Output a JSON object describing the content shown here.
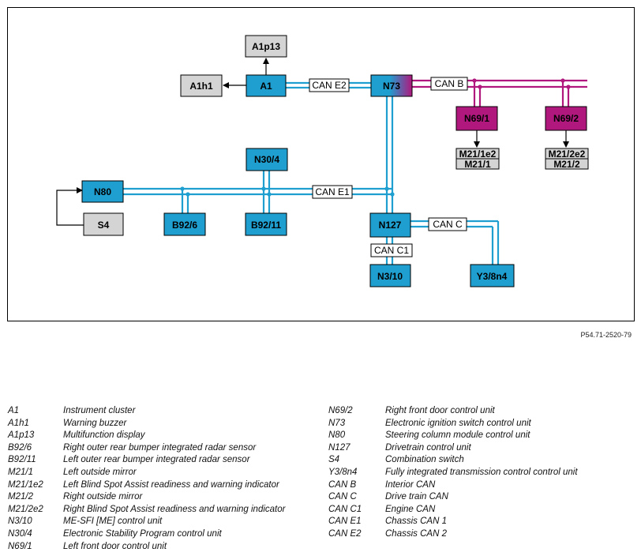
{
  "components": [
    {
      "id": "A1p13",
      "label": "A1p13",
      "style": "gray"
    },
    {
      "id": "A1h1",
      "label": "A1h1",
      "style": "gray"
    },
    {
      "id": "A1",
      "label": "A1",
      "style": "blue"
    },
    {
      "id": "N73",
      "label": "N73",
      "style": "blue-magenta"
    },
    {
      "id": "N69_1",
      "label": "N69/1",
      "style": "magenta"
    },
    {
      "id": "N69_2",
      "label": "N69/2",
      "style": "magenta"
    },
    {
      "id": "M21_1e2",
      "label": "M21/1e2",
      "style": "gray"
    },
    {
      "id": "M21_1",
      "label": "M21/1",
      "style": "gray"
    },
    {
      "id": "M21_2e2",
      "label": "M21/2e2",
      "style": "gray"
    },
    {
      "id": "M21_2",
      "label": "M21/2",
      "style": "gray"
    },
    {
      "id": "N30_4",
      "label": "N30/4",
      "style": "blue"
    },
    {
      "id": "N80",
      "label": "N80",
      "style": "blue"
    },
    {
      "id": "S4",
      "label": "S4",
      "style": "gray"
    },
    {
      "id": "B92_6",
      "label": "B92/6",
      "style": "blue"
    },
    {
      "id": "B92_11",
      "label": "B92/11",
      "style": "blue"
    },
    {
      "id": "N127",
      "label": "N127",
      "style": "blue"
    },
    {
      "id": "N3_10",
      "label": "N3/10",
      "style": "blue"
    },
    {
      "id": "Y3_8n4",
      "label": "Y3/8n4",
      "style": "blue"
    }
  ],
  "bus_labels": [
    {
      "id": "CAN_E2",
      "label": "CAN E2"
    },
    {
      "id": "CAN_B",
      "label": "CAN B"
    },
    {
      "id": "CAN_E1",
      "label": "CAN E1"
    },
    {
      "id": "CAN_C",
      "label": "CAN C"
    },
    {
      "id": "CAN_C1",
      "label": "CAN C1"
    }
  ],
  "figure_id": "P54.71-2520-79",
  "colors": {
    "blue": "#1e9fd0",
    "magenta": "#b0187e",
    "gray": "#d4d4d4",
    "frame": "#000000"
  },
  "legend": [
    [
      {
        "code": "A1",
        "desc": "Instrument cluster"
      },
      {
        "code": "A1h1",
        "desc": "Warning buzzer"
      },
      {
        "code": "A1p13",
        "desc": "Multifunction display"
      },
      {
        "code": "B92/6",
        "desc": "Right outer rear bumper integrated radar sensor"
      },
      {
        "code": "B92/11",
        "desc": "Left outer rear bumper integrated radar sensor"
      },
      {
        "code": "M21/1",
        "desc": "Left outside mirror"
      },
      {
        "code": "M21/1e2",
        "desc": "Left Blind Spot Assist readiness and warning indicator"
      },
      {
        "code": "M21/2",
        "desc": "Right outside mirror"
      },
      {
        "code": "M21/2e2",
        "desc": "Right Blind Spot Assist readiness and warning indicator"
      },
      {
        "code": "N3/10",
        "desc": "ME-SFI [ME] control unit"
      },
      {
        "code": "N30/4",
        "desc": "Electronic Stability Program control unit"
      },
      {
        "code": "N69/1",
        "desc": "Left front door control unit"
      }
    ],
    [
      {
        "code": "N69/2",
        "desc": "Right front door control unit"
      },
      {
        "code": "N73",
        "desc": "Electronic ignition switch control unit"
      },
      {
        "code": "N80",
        "desc": "Steering column module control unit"
      },
      {
        "code": "N127",
        "desc": "Drivetrain control unit"
      },
      {
        "code": "S4",
        "desc": "Combination switch"
      },
      {
        "code": "Y3/8n4",
        "desc": "Fully integrated transmission control control unit"
      },
      {
        "code": "CAN B",
        "desc": "Interior CAN"
      },
      {
        "code": "CAN C",
        "desc": "Drive train CAN"
      },
      {
        "code": "CAN C1",
        "desc": "Engine CAN"
      },
      {
        "code": "CAN E1",
        "desc": "Chassis CAN 1"
      },
      {
        "code": "CAN E2",
        "desc": "Chassis CAN 2"
      }
    ]
  ]
}
